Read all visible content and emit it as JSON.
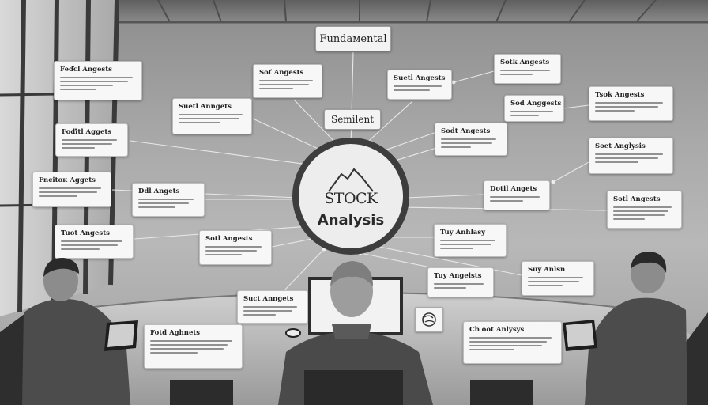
{
  "hub": {
    "line1": "STOCK",
    "line2": "Analysis"
  },
  "nodes": {
    "fundamental": "Fundaмental",
    "sentiment": "Semilent"
  },
  "cards": [
    {
      "title": "Feďcl Angests"
    },
    {
      "title": "Soť Angests"
    },
    {
      "title": "Suetl Anngets"
    },
    {
      "title": "Suetl Angests"
    },
    {
      "title": "Sotk Angests"
    },
    {
      "title": "Foďitl Aggets"
    },
    {
      "title": "Sod Anggests"
    },
    {
      "title": "Tsok Angests"
    },
    {
      "title": "Sodt Angests"
    },
    {
      "title": "Soet Anglysis"
    },
    {
      "title": "Fncitoк Aggets"
    },
    {
      "title": "Ddl Angets"
    },
    {
      "title": "Dotil Angets"
    },
    {
      "title": "Sotl Angests"
    },
    {
      "title": "Tuot Angests"
    },
    {
      "title": "Sotl Angests"
    },
    {
      "title": "Tuy Anhlasy"
    },
    {
      "title": "Suy Anlsn"
    },
    {
      "title": "Suct Anngets"
    },
    {
      "title": "Tuy Angelsts"
    },
    {
      "title": "Fotd Aghnets"
    },
    {
      "title": "Cb oot Anlysys"
    }
  ]
}
